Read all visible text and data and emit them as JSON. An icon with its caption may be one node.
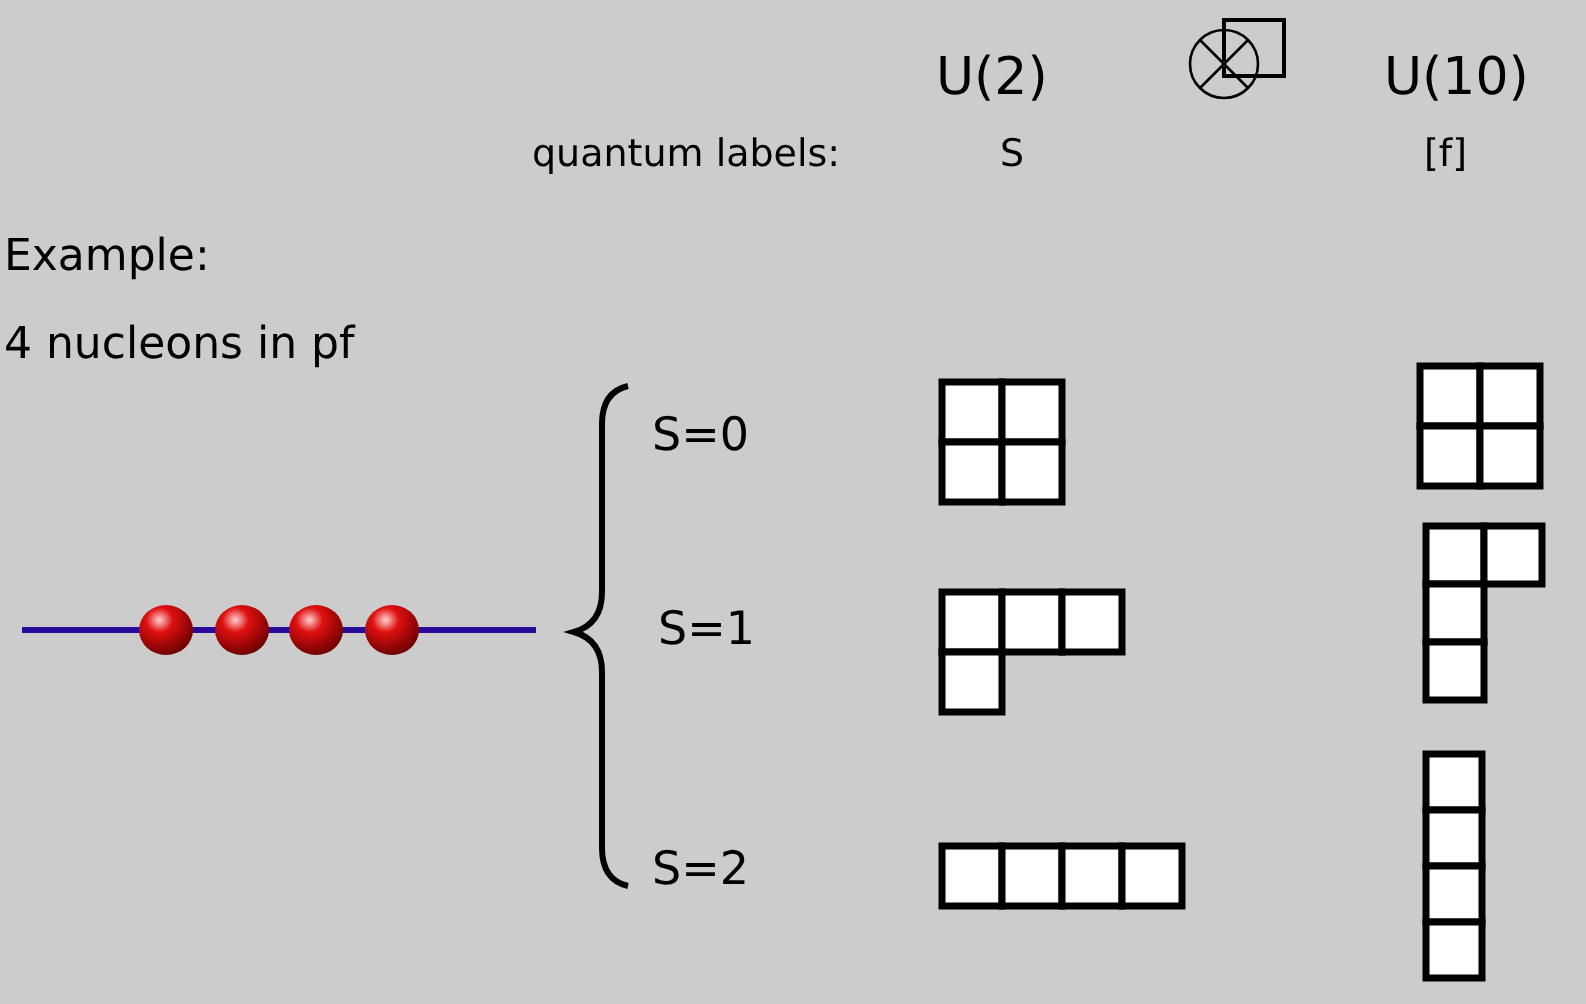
{
  "diagram": {
    "labels": [
      "U(2)",
      "U(10)",
      "quantum labels:",
      "S",
      "[f]",
      "Example:",
      "4 nucleons in pf",
      "S=0",
      "S=1",
      "S=2"
    ]
  }
}
